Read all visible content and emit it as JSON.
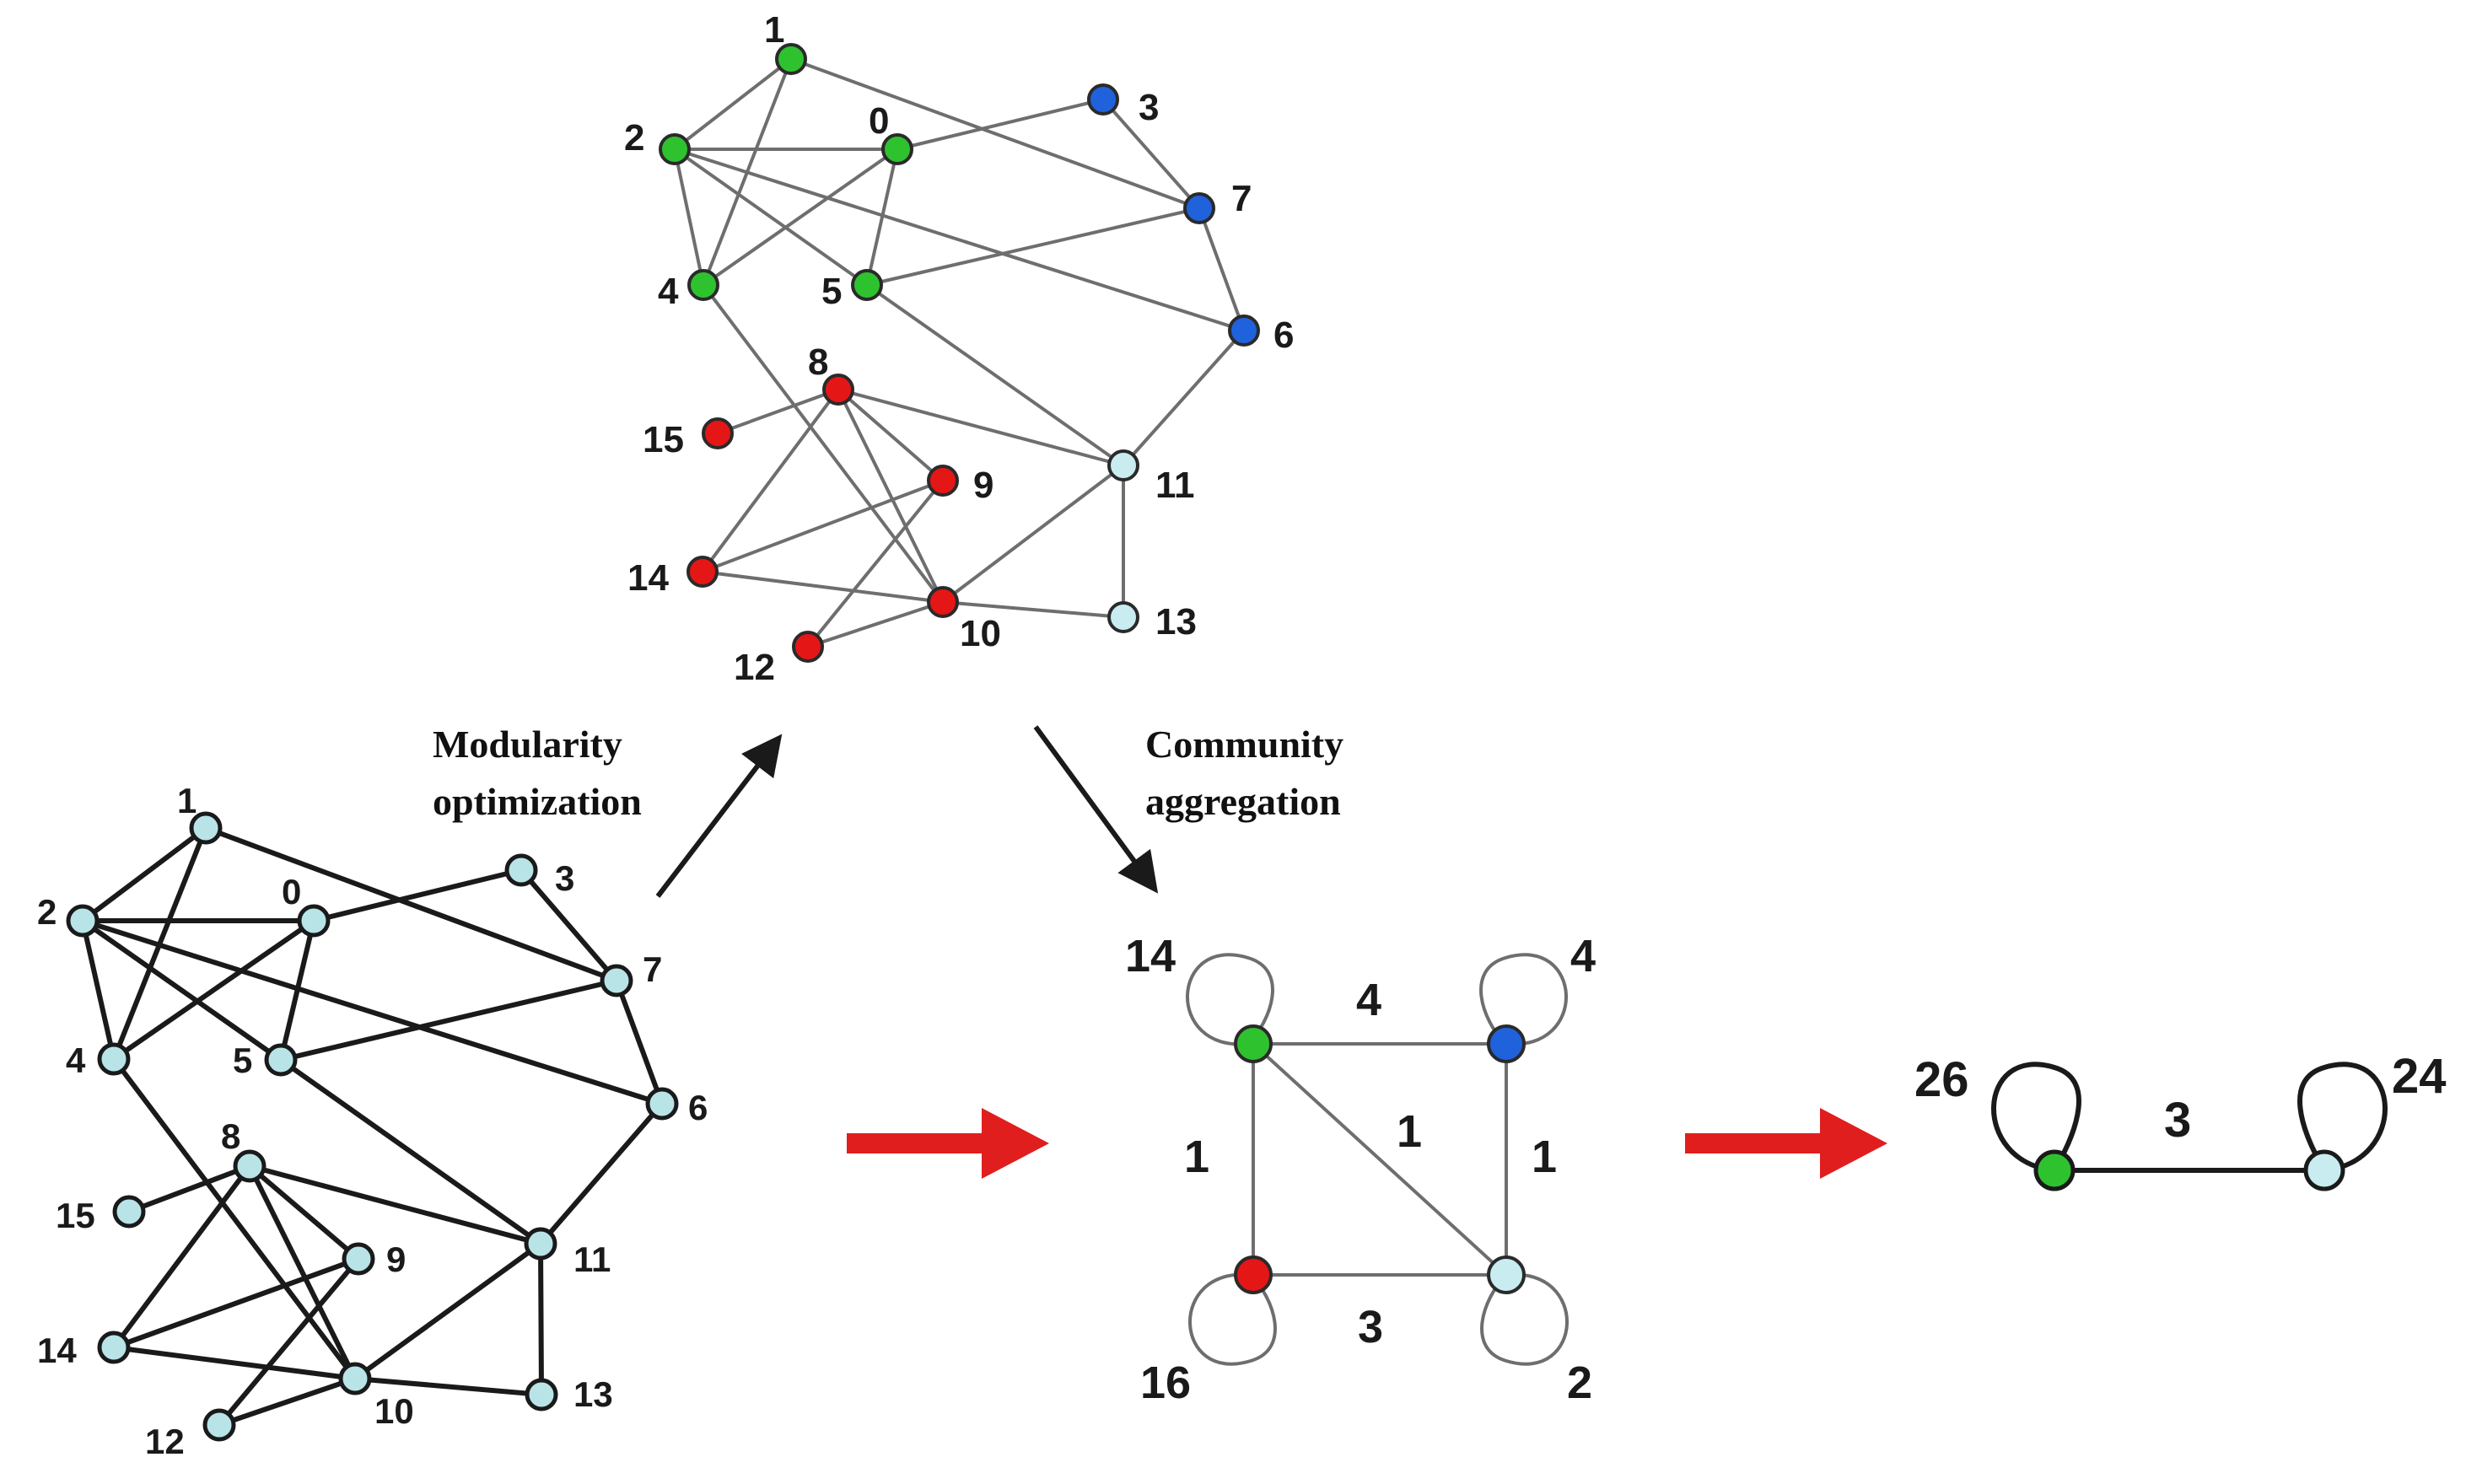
{
  "colors": {
    "green": "#2fc22f",
    "blue": "#1f62dc",
    "red": "#e51616",
    "light": "#c8ecf0",
    "bottom_node": "#b8e4e8",
    "arrow_red": "#e01e1e"
  },
  "captions": {
    "modularity": [
      "Modularity",
      "optimization"
    ],
    "aggregation": [
      "Community",
      "aggregation"
    ]
  },
  "graph": {
    "labels": {
      "n0": "0",
      "n1": "1",
      "n2": "2",
      "n3": "3",
      "n4": "4",
      "n5": "5",
      "n6": "6",
      "n7": "7",
      "n8": "8",
      "n9": "9",
      "n10": "10",
      "n11": "11",
      "n12": "12",
      "n13": "13",
      "n14": "14",
      "n15": "15"
    },
    "communities": {
      "n0": "green",
      "n1": "green",
      "n2": "green",
      "n4": "green",
      "n5": "green",
      "n3": "blue",
      "n6": "blue",
      "n7": "blue",
      "n8": "red",
      "n9": "red",
      "n10": "red",
      "n12": "red",
      "n14": "red",
      "n15": "red",
      "n11": "light",
      "n13": "light"
    }
  },
  "aggregated": {
    "self_loops": {
      "green": "14",
      "blue": "4",
      "red": "16",
      "light": "2"
    },
    "edges": {
      "green_blue": "4",
      "green_red": "1",
      "green_light": "1",
      "blue_light": "1",
      "red_light": "3"
    }
  },
  "final": {
    "self_loops": {
      "green": "26",
      "light": "24"
    },
    "edge": "3"
  }
}
